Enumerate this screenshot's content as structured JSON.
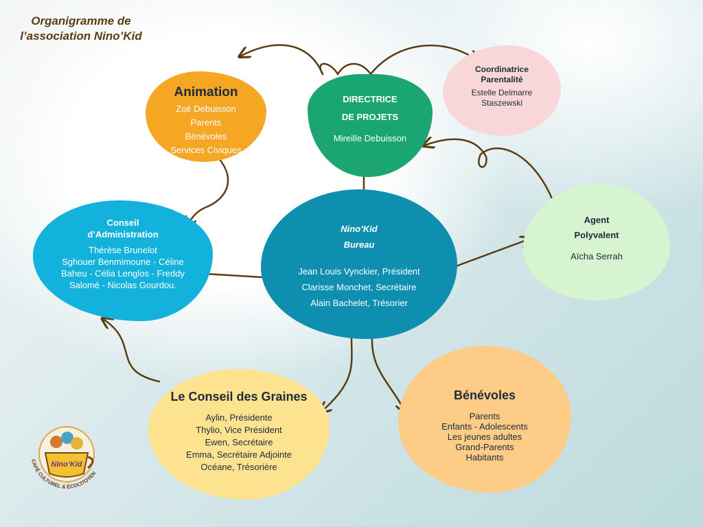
{
  "title": {
    "line1": "Organigramme de",
    "line2": "l’association Nino’Kid"
  },
  "colors": {
    "animation": "#f5a623",
    "directrice": "#1aa573",
    "coordinatrice": "#f9d6d8",
    "conseil": "#12b2dc",
    "bureau": "#0e8fb0",
    "agent": "#d6f4cf",
    "graines": "#fde38f",
    "benevoles": "#fdcd88",
    "arrow": "#5a3c12"
  },
  "nodes": {
    "animation": {
      "title": "Animation",
      "members": [
        "Zoé Debuisson",
        "Parents",
        "Bénévoles",
        "Services Civiques"
      ]
    },
    "directrice": {
      "title_line1": "DIRECTRICE",
      "title_line2": "DE PROJETS",
      "members": [
        "Mireille Debuisson"
      ]
    },
    "coordinatrice": {
      "title_line1": "Coordinatrice",
      "title_line2": "Parentalité",
      "members": [
        "Estelle Delmarre",
        "Staszewski"
      ]
    },
    "conseil": {
      "title_line1": "Conseil",
      "title_line2": "d’Administration",
      "members": [
        "Thérèse Brunelot",
        "Sghouer Benmimoune - Céline",
        "Baheu - Célia Lenglos - Freddy",
        "Salomé - Nicolas Gourdou."
      ]
    },
    "bureau": {
      "title_line1": "Nino’Kid",
      "title_line2": "Bureau",
      "members": [
        "Jean Louis Vynckier, Président",
        "Clarisse Monchet, Secrétaire",
        "Alain Bachelet, Trésorier"
      ]
    },
    "agent": {
      "title_line1": "Agent",
      "title_line2": "Polyvalent",
      "members": [
        "Aïcha Serrah"
      ]
    },
    "graines": {
      "title": "Le Conseil des Graines",
      "members": [
        "Aylin, Présidente",
        "Thylio, Vice Président",
        "Ewen, Secrétaire",
        "Emma, Secrétaire Adjointe",
        "Océane, Trésorière"
      ]
    },
    "benevoles": {
      "title": "Bénévoles",
      "members": [
        "Parents",
        "Enfants - Adolescents",
        "Les jeunes adultes",
        "Grand-Parents",
        "Habitants"
      ]
    }
  },
  "logo": {
    "icon": "cafe-cup-logo",
    "brand": "Nino’Kid",
    "tagline": "CAFÉ CULTUREL & ÉCOCITOYEN"
  }
}
